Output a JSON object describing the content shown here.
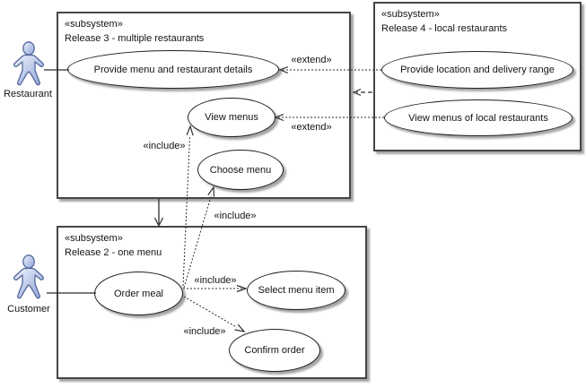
{
  "diagram_type": "UML use case diagram",
  "actors": [
    {
      "name": "Restaurant"
    },
    {
      "name": "Customer"
    }
  ],
  "subsystems": [
    {
      "stereotype": "«subsystem»",
      "name": "Release 3 - multiple restaurants"
    },
    {
      "stereotype": "«subsystem»",
      "name": "Release 4 - local restaurants"
    },
    {
      "stereotype": "«subsystem»",
      "name": "Release 2 - one menu"
    }
  ],
  "use_cases": [
    {
      "label": "Provide menu and restaurant details"
    },
    {
      "label": "View menus"
    },
    {
      "label": "Choose menu"
    },
    {
      "label": "Provide location and delivery range"
    },
    {
      "label": "View menus of local restaurants"
    },
    {
      "label": "Order meal"
    },
    {
      "label": "Select menu item"
    },
    {
      "label": "Confirm order"
    }
  ],
  "relationships": [
    {
      "type": "association",
      "from": "Restaurant",
      "to": "Provide menu and restaurant details",
      "label": ""
    },
    {
      "type": "association",
      "from": "Customer",
      "to": "Order meal",
      "label": ""
    },
    {
      "type": "extend",
      "from": "Provide location and delivery range",
      "to": "Provide menu and restaurant details",
      "label": "«extend»"
    },
    {
      "type": "extend",
      "from": "View menus of local restaurants",
      "to": "View menus",
      "label": "«extend»"
    },
    {
      "type": "dependency",
      "from": "Release 4 - local restaurants",
      "to": "Release 3 - multiple restaurants",
      "label": ""
    },
    {
      "type": "dependency",
      "from": "Release 3 - multiple restaurants",
      "to": "Release 2 - one menu",
      "label": ""
    },
    {
      "type": "include",
      "from": "Order meal",
      "to": "View menus",
      "label": "«include»"
    },
    {
      "type": "include",
      "from": "Order meal",
      "to": "Choose menu",
      "label": "«include»"
    },
    {
      "type": "include",
      "from": "Order meal",
      "to": "Select menu item",
      "label": "«include»"
    },
    {
      "type": "include",
      "from": "Order meal",
      "to": "Confirm order",
      "label": "«include»"
    }
  ],
  "colors": {
    "background": "#ffffff",
    "line": "#2e2e2e",
    "box_border": "#464646",
    "shadow": "#8f8f8f",
    "actor_fill_light": "#eef2fc",
    "actor_fill_dark": "#8ea5d8",
    "actor_stroke": "#55679c"
  }
}
